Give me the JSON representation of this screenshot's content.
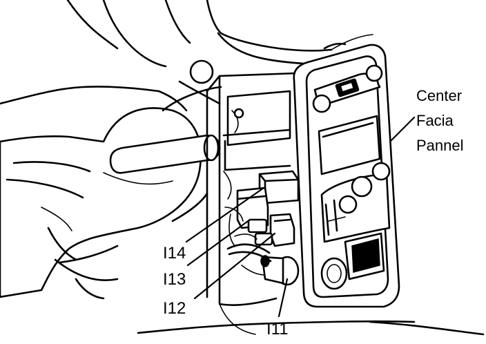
{
  "labels": {
    "panel": [
      "Center",
      "Facia",
      "Pannel"
    ],
    "i14": "I14",
    "i13": "I13",
    "i12": "I12",
    "i11": "I11"
  },
  "colors": {
    "ink": "#000000",
    "paper": "#ffffff"
  }
}
